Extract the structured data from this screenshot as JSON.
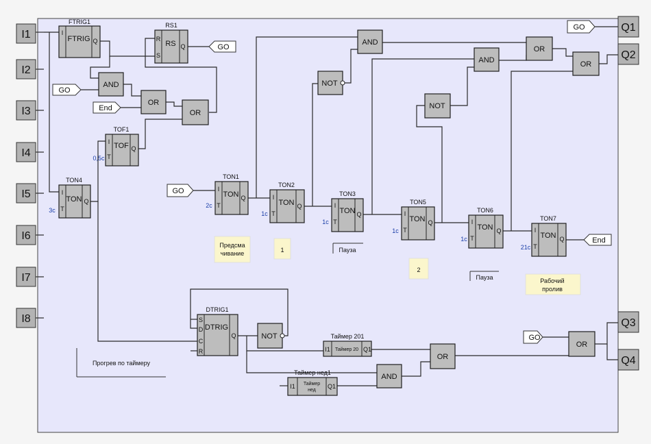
{
  "inputs": [
    "I1",
    "I2",
    "I3",
    "I4",
    "I5",
    "I6",
    "I7",
    "I8"
  ],
  "outputs": [
    "Q1",
    "Q2",
    "Q3",
    "Q4"
  ],
  "tags": {
    "go_q1": "GO",
    "go_rs1": "GO",
    "go_and": "GO",
    "end_or": "End",
    "go_ton1": "GO",
    "end_ton7": "End",
    "go_or_q3": "GO"
  },
  "blocks": {
    "ftrig1": {
      "name": "FTRIG1",
      "fn": "FTRIG",
      "in": "I",
      "out": "Q"
    },
    "rs1": {
      "name": "RS1",
      "fn": "RS",
      "in1": "R",
      "in2": "S",
      "out": "Q"
    },
    "tof1": {
      "name": "TOF1",
      "fn": "TOF",
      "in1": "I",
      "in2": "T",
      "out": "Q",
      "t": "0,5с"
    },
    "ton4": {
      "name": "TON4",
      "fn": "TON",
      "in1": "I",
      "in2": "T",
      "out": "Q",
      "t": "3с"
    },
    "ton1": {
      "name": "TON1",
      "fn": "TON",
      "in1": "I",
      "in2": "T",
      "out": "Q",
      "t": "2с"
    },
    "ton2": {
      "name": "TON2",
      "fn": "TON",
      "in1": "I",
      "in2": "T",
      "out": "Q",
      "t": "1с"
    },
    "ton3": {
      "name": "TON3",
      "fn": "TON",
      "in1": "I",
      "in2": "T",
      "out": "Q",
      "t": "1с"
    },
    "ton5": {
      "name": "TON5",
      "fn": "TON",
      "in1": "I",
      "in2": "T",
      "out": "Q",
      "t": "1с"
    },
    "ton6": {
      "name": "TON6",
      "fn": "TON",
      "in1": "I",
      "in2": "T",
      "out": "Q",
      "t": "1с"
    },
    "ton7": {
      "name": "TON7",
      "fn": "TON",
      "in1": "I",
      "in2": "T",
      "out": "Q",
      "t": "21с"
    },
    "dtrig1": {
      "name": "DTRIG1",
      "fn": "DTRIG",
      "s": "S",
      "d": "D",
      "c": "C",
      "r": "R",
      "out": "Q"
    },
    "timer201": {
      "name": "Таймер 201",
      "fn": "Таймер 20",
      "in": "I1",
      "out": "Q1"
    },
    "timer_ned1": {
      "name": "Таймер нед1",
      "fn1": "Таймер",
      "fn2": "нед",
      "in": "I1",
      "out": "Q1"
    },
    "and1": "AND",
    "and2": "AND",
    "and3": "AND",
    "and4": "AND",
    "or1": "OR",
    "or2": "OR",
    "or3": "OR",
    "or4": "OR",
    "or5": "OR",
    "or6": "OR",
    "not1": "NOT",
    "not2": "NOT",
    "not3": "NOT"
  },
  "notes": {
    "predsm_1": "Предсма",
    "predsm_2": "чивание",
    "n1": "1",
    "pauza1": "Пауза",
    "n2": "2",
    "pauza2": "Пауза",
    "rabochy_1": "Рабочий",
    "rabochy_2": "пролив",
    "progrev": "Прогрев по таймеру"
  }
}
